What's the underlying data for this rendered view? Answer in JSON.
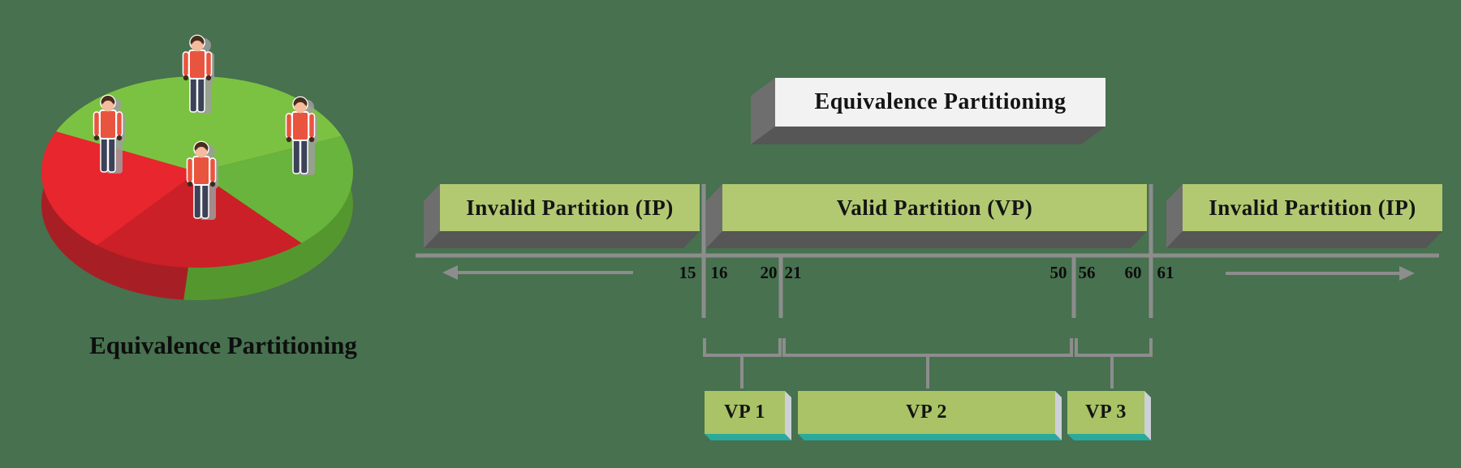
{
  "background_color": "#47714f",
  "pie": {
    "caption": "Equivalence Partitioning",
    "slice_colors": {
      "top_green": "#7cc242",
      "right_green": "#68b43c",
      "bottom_red": "#cb2027",
      "left_red": "#e8262d",
      "side_red": "#a81e25",
      "side_green": "#54972f"
    },
    "person_count": 4
  },
  "diagram": {
    "title": "Equivalence Partitioning",
    "partitions": [
      {
        "label": "Invalid Partition (IP)"
      },
      {
        "label": "Valid Partition (VP)"
      },
      {
        "label": "Invalid Partition (IP)"
      }
    ],
    "axis_numbers": [
      "15",
      "16",
      "20",
      "21",
      "50",
      "56",
      "60",
      "61"
    ],
    "vp_boxes": [
      {
        "label": "VP 1"
      },
      {
        "label": "VP 2"
      },
      {
        "label": "VP 3"
      }
    ],
    "colors": {
      "partition_green": "#b2c972",
      "vp_green": "#a9c366",
      "title_face": "#f2f2f2",
      "shadow_dark": "#565656",
      "shadow_light": "#6e6e6e",
      "line_gray": "#8d8d8d",
      "teal_strip": "#2aa99d",
      "edge_sliver": "#ccd1d9"
    }
  }
}
